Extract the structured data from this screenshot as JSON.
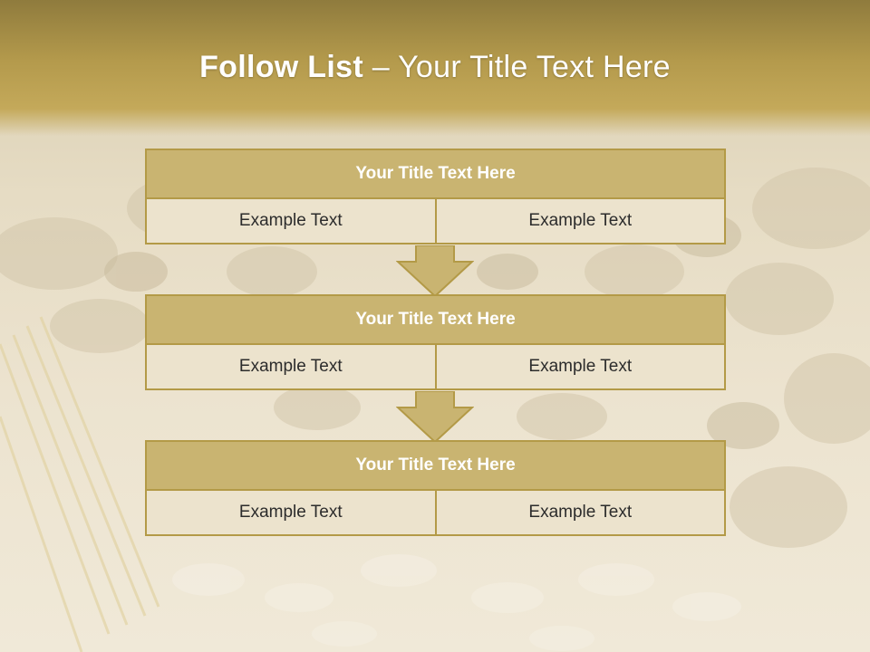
{
  "slide": {
    "title_bold": "Follow List",
    "title_dash": "–",
    "title_rest": "Your Title Text Here"
  },
  "steps": [
    {
      "title": "Your Title Text Here",
      "left": "Example Text",
      "right": "Example Text"
    },
    {
      "title": "Your Title Text Here",
      "left": "Example Text",
      "right": "Example Text"
    },
    {
      "title": "Your Title Text Here",
      "left": "Example Text",
      "right": "Example Text"
    }
  ],
  "colors": {
    "accent": "#c9b471",
    "border": "#b39a47",
    "cell_bg": "#ece3cd",
    "header_band": "#b49a4c"
  }
}
